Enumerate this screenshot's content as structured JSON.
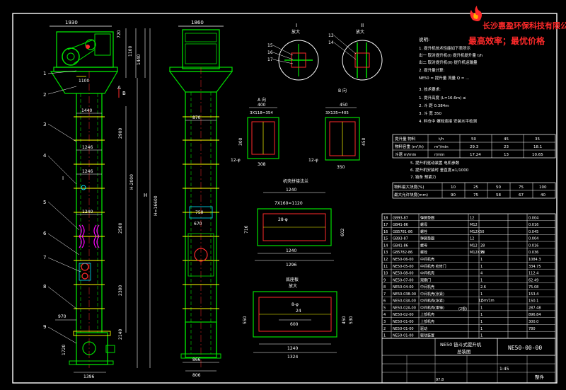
{
  "colors": {
    "background": "#000000",
    "frame": "#ffffff",
    "structure": "#00e000",
    "cyan": "#00e5ff",
    "yellow": "#ffff00",
    "red": "#ff2a2a",
    "blue": "#2b5cff",
    "magenta": "#ff00ff",
    "company_text": "#ff2a2a"
  },
  "brand": {
    "company": "长沙惠盈环保科技有限公司",
    "slogan": "最高效率；最优价格",
    "logo_icon": "flame-logo-icon"
  },
  "front_view": {
    "dims_top": [
      "1930",
      "720",
      "1100",
      "1440",
      "1100"
    ],
    "dims_mid": [
      "1440",
      "1246",
      "1246",
      "1240",
      "H-2000",
      "H=16600",
      "2900",
      "2300",
      "2500"
    ],
    "dims_bottom": [
      "970",
      "1720",
      "2140",
      "1396"
    ],
    "part_numbers": [
      "1",
      "2",
      "3",
      "4",
      "5",
      "6",
      "7",
      "8",
      "9"
    ],
    "section_marks": [
      "A",
      "B",
      "I"
    ]
  },
  "side_view": {
    "dims_top": "1860",
    "dims_mid": [
      "870",
      "750",
      "670"
    ],
    "dims_bottom": [
      "866",
      "806"
    ]
  },
  "details": {
    "detail_I": {
      "title": "I",
      "scale": "放大",
      "numbers": [
        "15",
        "16",
        "17"
      ]
    },
    "detail_II": {
      "title": "II",
      "scale": "放大",
      "numbers": [
        "13",
        "14"
      ]
    },
    "section_A": {
      "title": "A 向",
      "dims": [
        "400",
        "3X118=354",
        "12-φ",
        "308",
        "300"
      ]
    },
    "section_B": {
      "title": "B 向",
      "dims": [
        "450",
        "3X135=405",
        "12-φ",
        "350",
        "450"
      ]
    },
    "top_flange": {
      "title": "机壳拼接法兰",
      "dims": [
        "1240",
        "7X160=1120",
        "28-φ",
        "1296",
        "716",
        "602"
      ]
    },
    "base_flange": {
      "title": "底座板",
      "scale": "放大",
      "dims": [
        "8-φ",
        "24",
        "600",
        "1240",
        "1324",
        "550",
        "450",
        "530"
      ]
    }
  },
  "notes": {
    "heading": "说明:",
    "lines": [
      "1. 提升机技术性能如下表所示",
      "   出一  取对提升机(I) 提升机提升量 t/h",
      "   出二  取对提升机(II) 提升机运输量",
      "2. 提升量计算:",
      "   NE50 = 提升量 流量 Q = ...",
      "3. 技术要求:",
      "  1. 提升高度 (L=16.6m) ≤",
      "  2. 斗    距  0.384m",
      "  3. 斗    宽  350",
      "  4. 料仓中 螺栓连接 安装水平检测"
    ]
  },
  "perf_table": {
    "headers": [
      "提升量 物料",
      "t/h",
      "50",
      "45",
      "35"
    ],
    "rows": [
      [
        "物料容重 (m³/h)",
        "m³/min",
        "29.3",
        "23",
        "18.1"
      ],
      [
        "斗速 m/min",
        "r/min",
        "17.24",
        "13",
        "10.65"
      ]
    ]
  },
  "notes2": {
    "lines": [
      "5. 提升机驱动装置 电机参数",
      "6. 提升机安装时 垂直度≤1/1000",
      "7. 链条 预紧力"
    ]
  },
  "granule_table": {
    "headers": [
      "物料最大块度(%)",
      "10",
      "25",
      "50",
      "75",
      "100"
    ],
    "rows": [
      [
        "最大允许块度(mm)",
        "90",
        "75",
        "58",
        "67",
        "40"
      ]
    ]
  },
  "bom": {
    "rows": [
      [
        "18",
        "GB93-87",
        "弹簧垫圈",
        "12",
        "",
        "",
        "0.004"
      ],
      [
        "17",
        "GB41-86",
        "螺母",
        "M12",
        "",
        "",
        "0.016"
      ],
      [
        "16",
        "GB5781-86",
        "螺栓",
        "M12X50",
        "",
        "",
        "0.045"
      ],
      [
        "15",
        "GB93-87",
        "弹簧垫圈",
        "12",
        "",
        "",
        "0.004"
      ],
      [
        "14",
        "GB41-86",
        "螺母",
        "M12",
        "28",
        "",
        "0.016"
      ],
      [
        "13",
        "GB5782-86",
        "螺栓",
        "M12X35",
        "28",
        "",
        "0.036"
      ],
      [
        "12",
        "NE50-06-00",
        "中间机壳",
        "",
        "1",
        "",
        "1084.3"
      ],
      [
        "11",
        "NE50-05-00",
        "中间机壳 检修门",
        "",
        "1",
        "",
        "334.75"
      ],
      [
        "10",
        "NE50-08-00",
        "中间机壳",
        "",
        "4",
        "",
        "112.4"
      ],
      [
        "9",
        "NE50-07-00",
        "观察门",
        "",
        "1",
        "",
        "62.49"
      ],
      [
        "8",
        "NE50-04-00",
        "中间机壳",
        "",
        "2.6",
        "",
        "75.08"
      ],
      [
        "7",
        "NE50-03B-00",
        "中间机壳(张紧)",
        "",
        "1",
        "",
        "153.4"
      ],
      [
        "6",
        "NE50-03A-00",
        "中间机壳(张紧)",
        "",
        "1",
        "",
        "150.1"
      ],
      [
        "5",
        "NE50-02A-00",
        "中间机壳(重锤)",
        "",
        "1",
        "",
        "287.48"
      ],
      [
        "4",
        "NE50-02-00",
        "上部机壳",
        "",
        "1",
        "",
        "896.84"
      ],
      [
        "3",
        "NE50-01-00",
        "上部机壳",
        "",
        "1",
        "",
        "300.0"
      ],
      [
        "2",
        "NE50-01-00",
        "驱动",
        "",
        "1",
        "",
        "780"
      ],
      [
        "1",
        "NE50-01-00",
        "驱动装置",
        "",
        "1",
        "",
        ""
      ]
    ],
    "inline_notes": [
      "1.5m/1m",
      "(2根)"
    ]
  },
  "title_block": {
    "drawing_name": "NE50 链斗式提升机",
    "subtitle": "总装图",
    "drawing_no": "NE50-00-00",
    "scale": "1:45",
    "stamp": "整件",
    "weight": "97.8"
  }
}
